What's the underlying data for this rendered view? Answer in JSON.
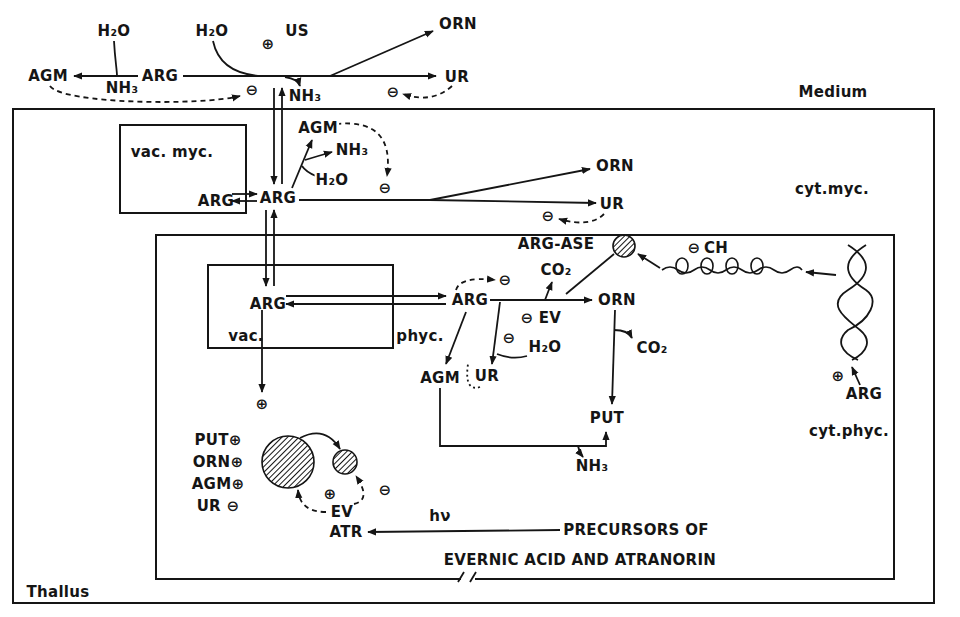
{
  "diagram": {
    "nodes": [
      {
        "text": [
          "Thallus",
          "cyt.myc."
        ]
      },
      {
        "text": [
          "vac. myc.",
          "ARG"
        ],
        "in": 0
      },
      {
        "text": [
          "cyt.phyc."
        ],
        "in": 0
      },
      {
        "text": [
          "ARG",
          "vac.",
          "phyc."
        ],
        "in": 2
      }
    ],
    "labels": [
      "AGM",
      "H₂O",
      "NH₃",
      "ARG",
      "H₂O",
      "⊕",
      "US",
      "⊖",
      "NH₃",
      "ORN",
      "UR",
      "⊖",
      "Medium",
      "ARG",
      "AGM",
      "NH₃",
      "H₂O",
      "⊖",
      "ORN",
      "UR",
      "⊖",
      "ARG-ASE",
      "⊖",
      "CH",
      "⊕",
      "ARG",
      "ARG",
      "⊖",
      "CO₂",
      "ORN",
      "⊖",
      "EV",
      "⊖",
      "H₂O",
      "UR",
      "AGM",
      "CO₂",
      "PUT",
      "NH₃",
      "⊕",
      "PUT⊕",
      "ORN⊕",
      "AGM⊕",
      "UR ⊖",
      "⊕",
      "⊖",
      "EV",
      "ATR",
      "hν",
      "PRECURSORS OF",
      "EVERNIC ACID AND ATRANORIN"
    ]
  }
}
